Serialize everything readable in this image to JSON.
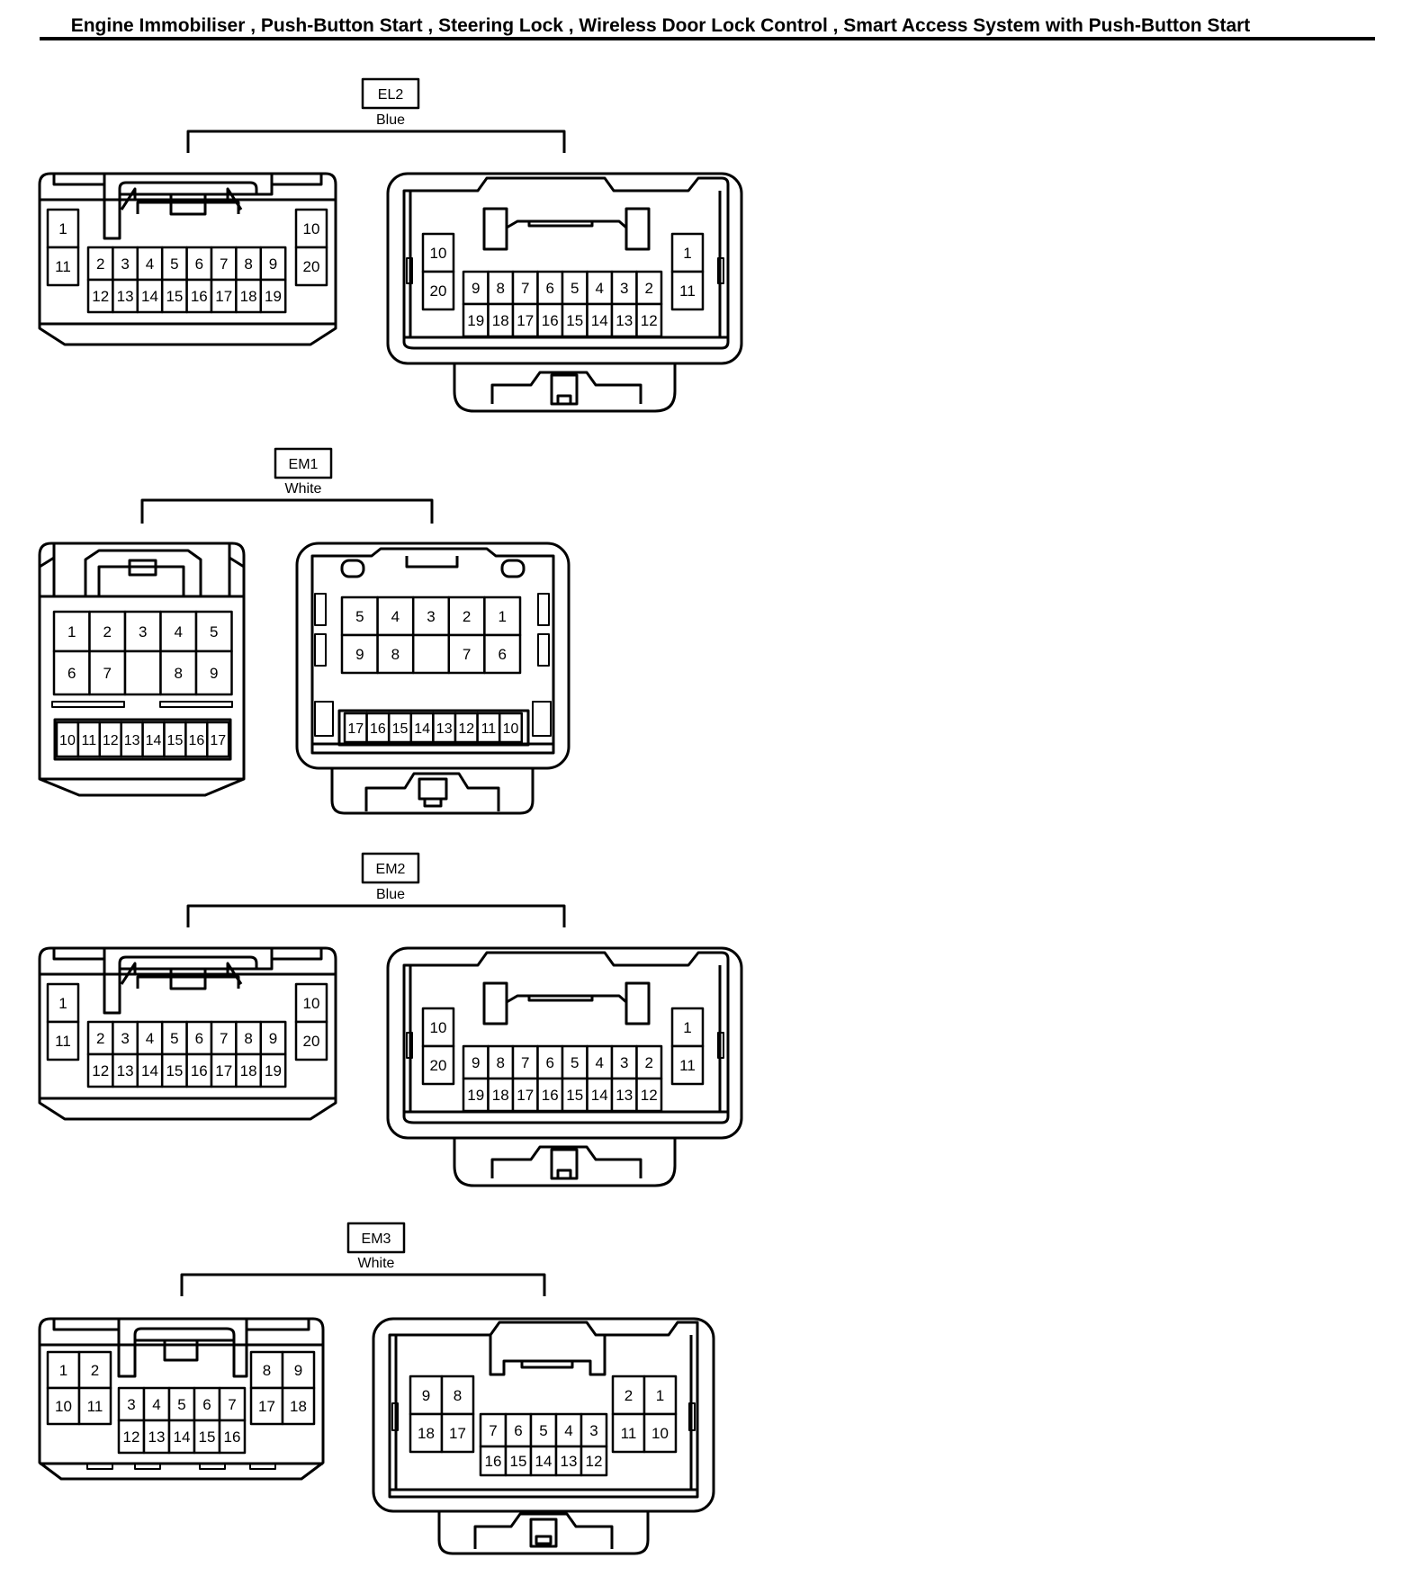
{
  "title": "Engine Immobiliser , Push-Button Start , Steering Lock , Wireless Door Lock Control , Smart Access System with Push-Button Start",
  "colors": {
    "ink": "#000000",
    "paper": "#ffffff"
  },
  "connectors": [
    {
      "id": "EL2",
      "color": "Blue",
      "left": {
        "side_top": [
          "1"
        ],
        "side_bottom": [
          "11"
        ],
        "row_top": [
          "2",
          "3",
          "4",
          "5",
          "6",
          "7",
          "8",
          "9"
        ],
        "row_bottom": [
          "12",
          "13",
          "14",
          "15",
          "16",
          "17",
          "18",
          "19"
        ],
        "right_top": [
          "10"
        ],
        "right_bottom": [
          "20"
        ]
      },
      "right": {
        "left_top": [
          "10"
        ],
        "left_bottom": [
          "20"
        ],
        "row_top": [
          "9",
          "8",
          "7",
          "6",
          "5",
          "4",
          "3",
          "2"
        ],
        "row_bottom": [
          "19",
          "18",
          "17",
          "16",
          "15",
          "14",
          "13",
          "12"
        ],
        "right_top": [
          "1"
        ],
        "right_bottom": [
          "11"
        ]
      }
    },
    {
      "id": "EM1",
      "color": "White",
      "left": {
        "row_top": [
          "1",
          "2",
          "3",
          "4",
          "5"
        ],
        "row_mid": [
          "6",
          "7",
          "",
          "8",
          "9"
        ],
        "row_bottom": [
          "10",
          "11",
          "12",
          "13",
          "14",
          "15",
          "16",
          "17"
        ]
      },
      "right": {
        "row_top": [
          "5",
          "4",
          "3",
          "2",
          "1"
        ],
        "row_mid": [
          "9",
          "8",
          "",
          "7",
          "6"
        ],
        "row_bottom": [
          "17",
          "16",
          "15",
          "14",
          "13",
          "12",
          "11",
          "10"
        ]
      }
    },
    {
      "id": "EM2",
      "color": "Blue",
      "left": {
        "side_top": [
          "1"
        ],
        "side_bottom": [
          "11"
        ],
        "row_top": [
          "2",
          "3",
          "4",
          "5",
          "6",
          "7",
          "8",
          "9"
        ],
        "row_bottom": [
          "12",
          "13",
          "14",
          "15",
          "16",
          "17",
          "18",
          "19"
        ],
        "right_top": [
          "10"
        ],
        "right_bottom": [
          "20"
        ]
      },
      "right": {
        "left_top": [
          "10"
        ],
        "left_bottom": [
          "20"
        ],
        "row_top": [
          "9",
          "8",
          "7",
          "6",
          "5",
          "4",
          "3",
          "2"
        ],
        "row_bottom": [
          "19",
          "18",
          "17",
          "16",
          "15",
          "14",
          "13",
          "12"
        ],
        "right_top": [
          "1"
        ],
        "right_bottom": [
          "11"
        ]
      }
    },
    {
      "id": "EM3",
      "color": "White",
      "left": {
        "left_top": [
          "1",
          "2"
        ],
        "left_bottom": [
          "10",
          "11"
        ],
        "row_top": [
          "3",
          "4",
          "5",
          "6",
          "7"
        ],
        "row_bottom": [
          "12",
          "13",
          "14",
          "15",
          "16"
        ],
        "right_top": [
          "8",
          "9"
        ],
        "right_bottom": [
          "17",
          "18"
        ]
      },
      "right": {
        "left_top": [
          "9",
          "8"
        ],
        "left_bottom": [
          "18",
          "17"
        ],
        "row_top": [
          "7",
          "6",
          "5",
          "4",
          "3"
        ],
        "row_bottom": [
          "16",
          "15",
          "14",
          "13",
          "12"
        ],
        "right_top": [
          "2",
          "1"
        ],
        "right_bottom": [
          "11",
          "10"
        ]
      }
    }
  ]
}
